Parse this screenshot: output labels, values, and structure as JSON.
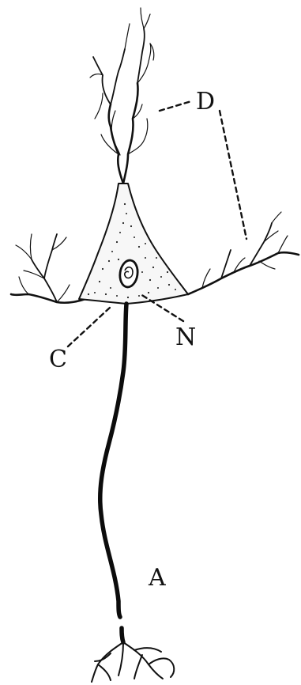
{
  "labels": {
    "dendrites": "D",
    "cell_body": "C",
    "nucleus": "N",
    "axon": "A"
  },
  "colors": {
    "ink": "#111111",
    "paper": "#ffffff"
  }
}
